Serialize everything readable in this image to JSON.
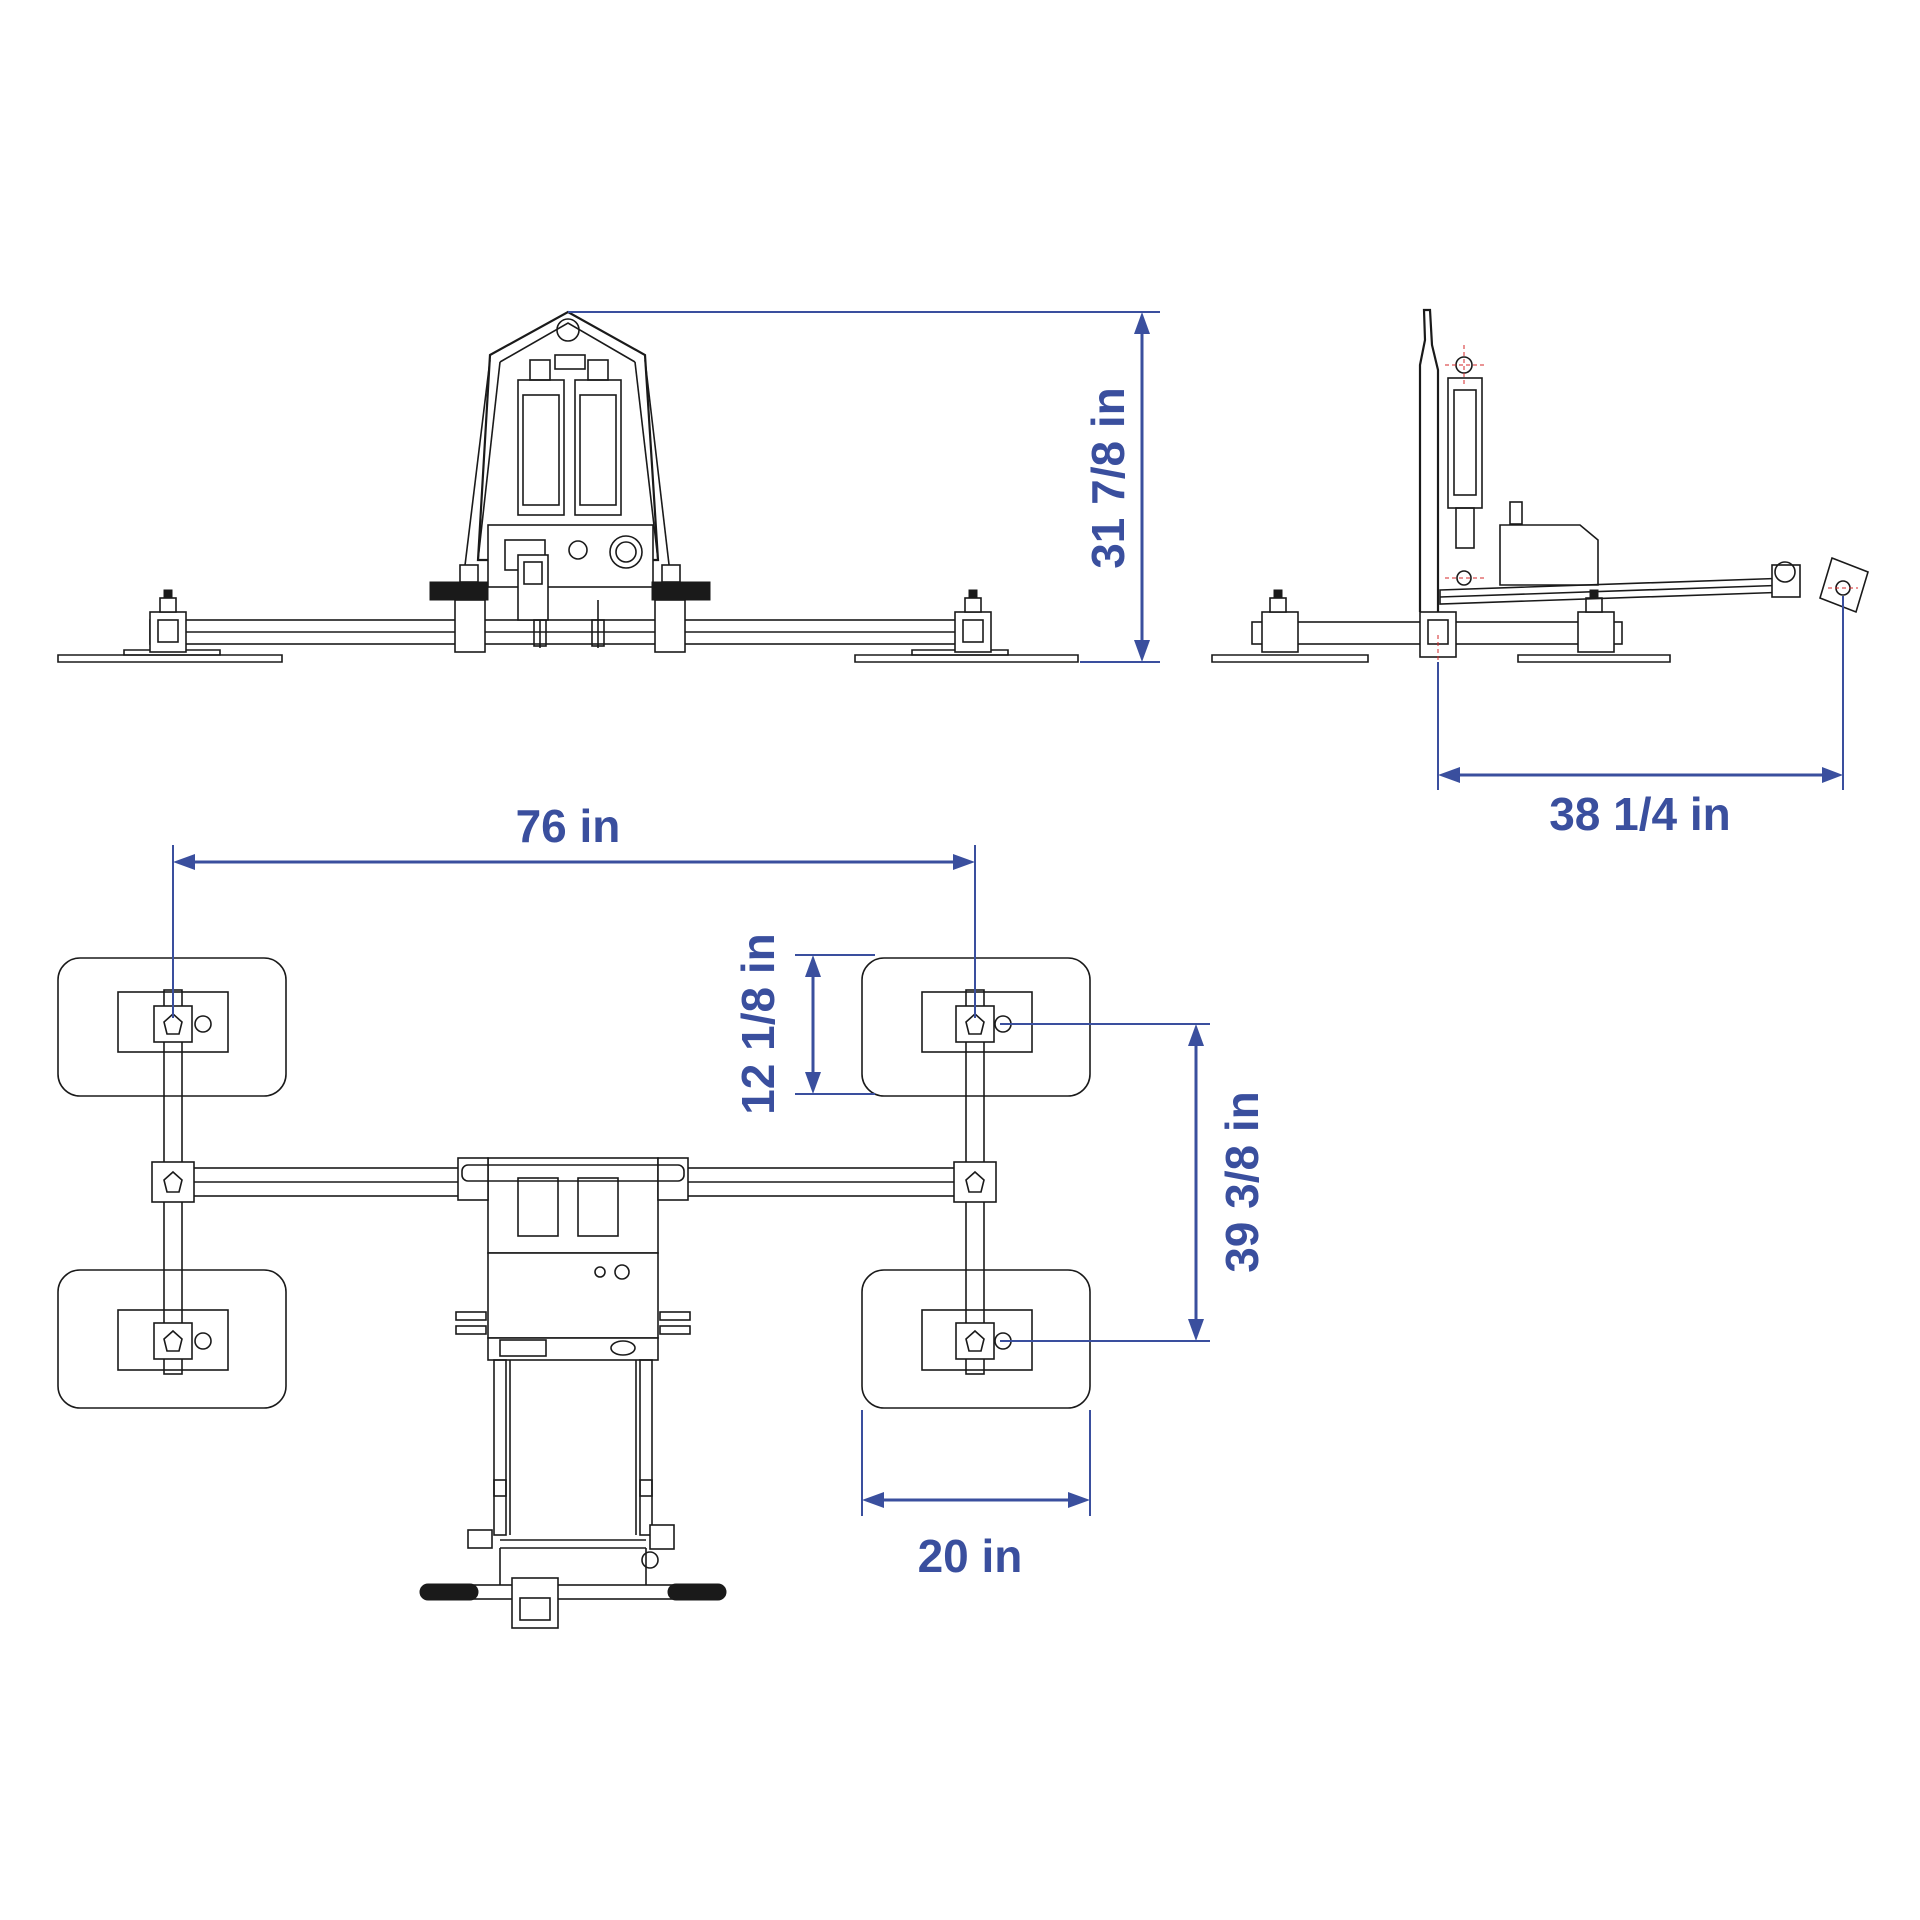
{
  "colors": {
    "dimension": "#3a4f9e",
    "linework": "#1a1a1a",
    "background": "#ffffff"
  },
  "dimensions": {
    "height": "31 7/8 in",
    "depth": "38 1/4 in",
    "pad_spacing": "76 in",
    "pad_length": "12 1/8 in",
    "pad_span": "39 3/8 in",
    "pad_width": "20 in"
  }
}
